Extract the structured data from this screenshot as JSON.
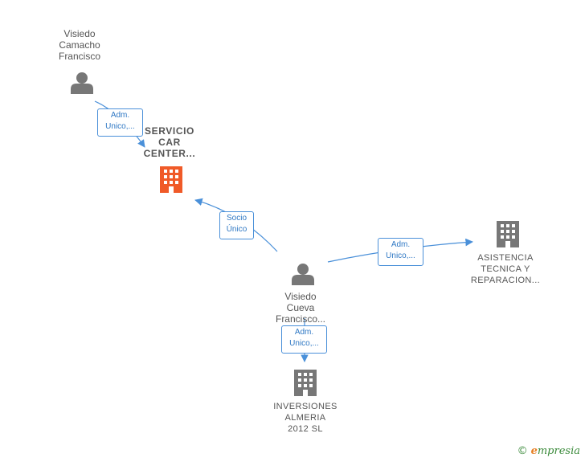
{
  "nodes": {
    "person_top": {
      "lines": [
        "Visiedo",
        "Camacho",
        "Francisco"
      ],
      "icon": "person-icon",
      "color": "#777777"
    },
    "company_servicio": {
      "lines": [
        "SERVICIO",
        "CAR",
        "CENTER..."
      ],
      "icon": "building-icon",
      "color": "#f05a28"
    },
    "person_center": {
      "lines": [
        "Visiedo",
        "Cueva",
        "Francisco..."
      ],
      "icon": "person-icon",
      "color": "#777777"
    },
    "company_asistencia": {
      "lines": [
        "ASISTENCIA",
        "TECNICA Y",
        "REPARACION..."
      ],
      "icon": "building-icon",
      "color": "#777777"
    },
    "company_inversiones": {
      "lines": [
        "INVERSIONES",
        "ALMERIA",
        "2012  SL"
      ],
      "icon": "building-icon",
      "color": "#777777"
    }
  },
  "edges": {
    "top_to_servicio": {
      "lines": [
        "Adm.",
        "Unico,..."
      ]
    },
    "center_to_servicio": {
      "lines": [
        "Socio",
        "Único"
      ]
    },
    "center_to_asistencia": {
      "lines": [
        "Adm.",
        "Unico,..."
      ]
    },
    "center_to_inversiones": {
      "lines": [
        "Adm.",
        "Unico,..."
      ]
    }
  },
  "colors": {
    "edge": "#4a90d9",
    "edge_text": "#2f78c4",
    "node_text": "#555555"
  },
  "brand": {
    "copyright_symbol": "©",
    "first_letter": "e",
    "rest": "mpresia"
  }
}
